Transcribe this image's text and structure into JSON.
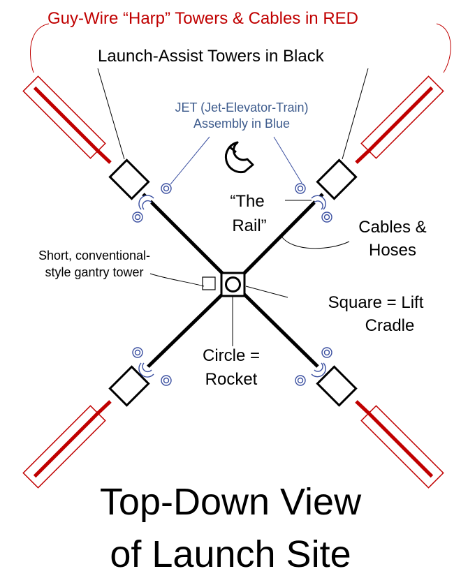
{
  "colors": {
    "harp": "#c00000",
    "tower": "#000000",
    "jet": "#3a4fa0",
    "jet_text": "#3c5a8c"
  },
  "labels": {
    "guy_wire": "Guy-Wire “Harp” Towers & Cables in RED",
    "launch_assist": "Launch-Assist Towers in Black",
    "jet_line1": "JET (Jet-Elevator-Train)",
    "jet_line2": "Assembly in Blue",
    "rail_line1": "“The",
    "rail_line2": "Rail”",
    "cables_line1": "Cables &",
    "cables_line2": "Hoses",
    "gantry_line1": "Short, conventional-",
    "gantry_line2": "style gantry tower",
    "square_line1": "Square = Lift",
    "square_line2": "Cradle",
    "circle_line1": "Circle =",
    "circle_line2": "Rocket",
    "title_line1": "Top-Down View",
    "title_line2": "of Launch Site"
  }
}
